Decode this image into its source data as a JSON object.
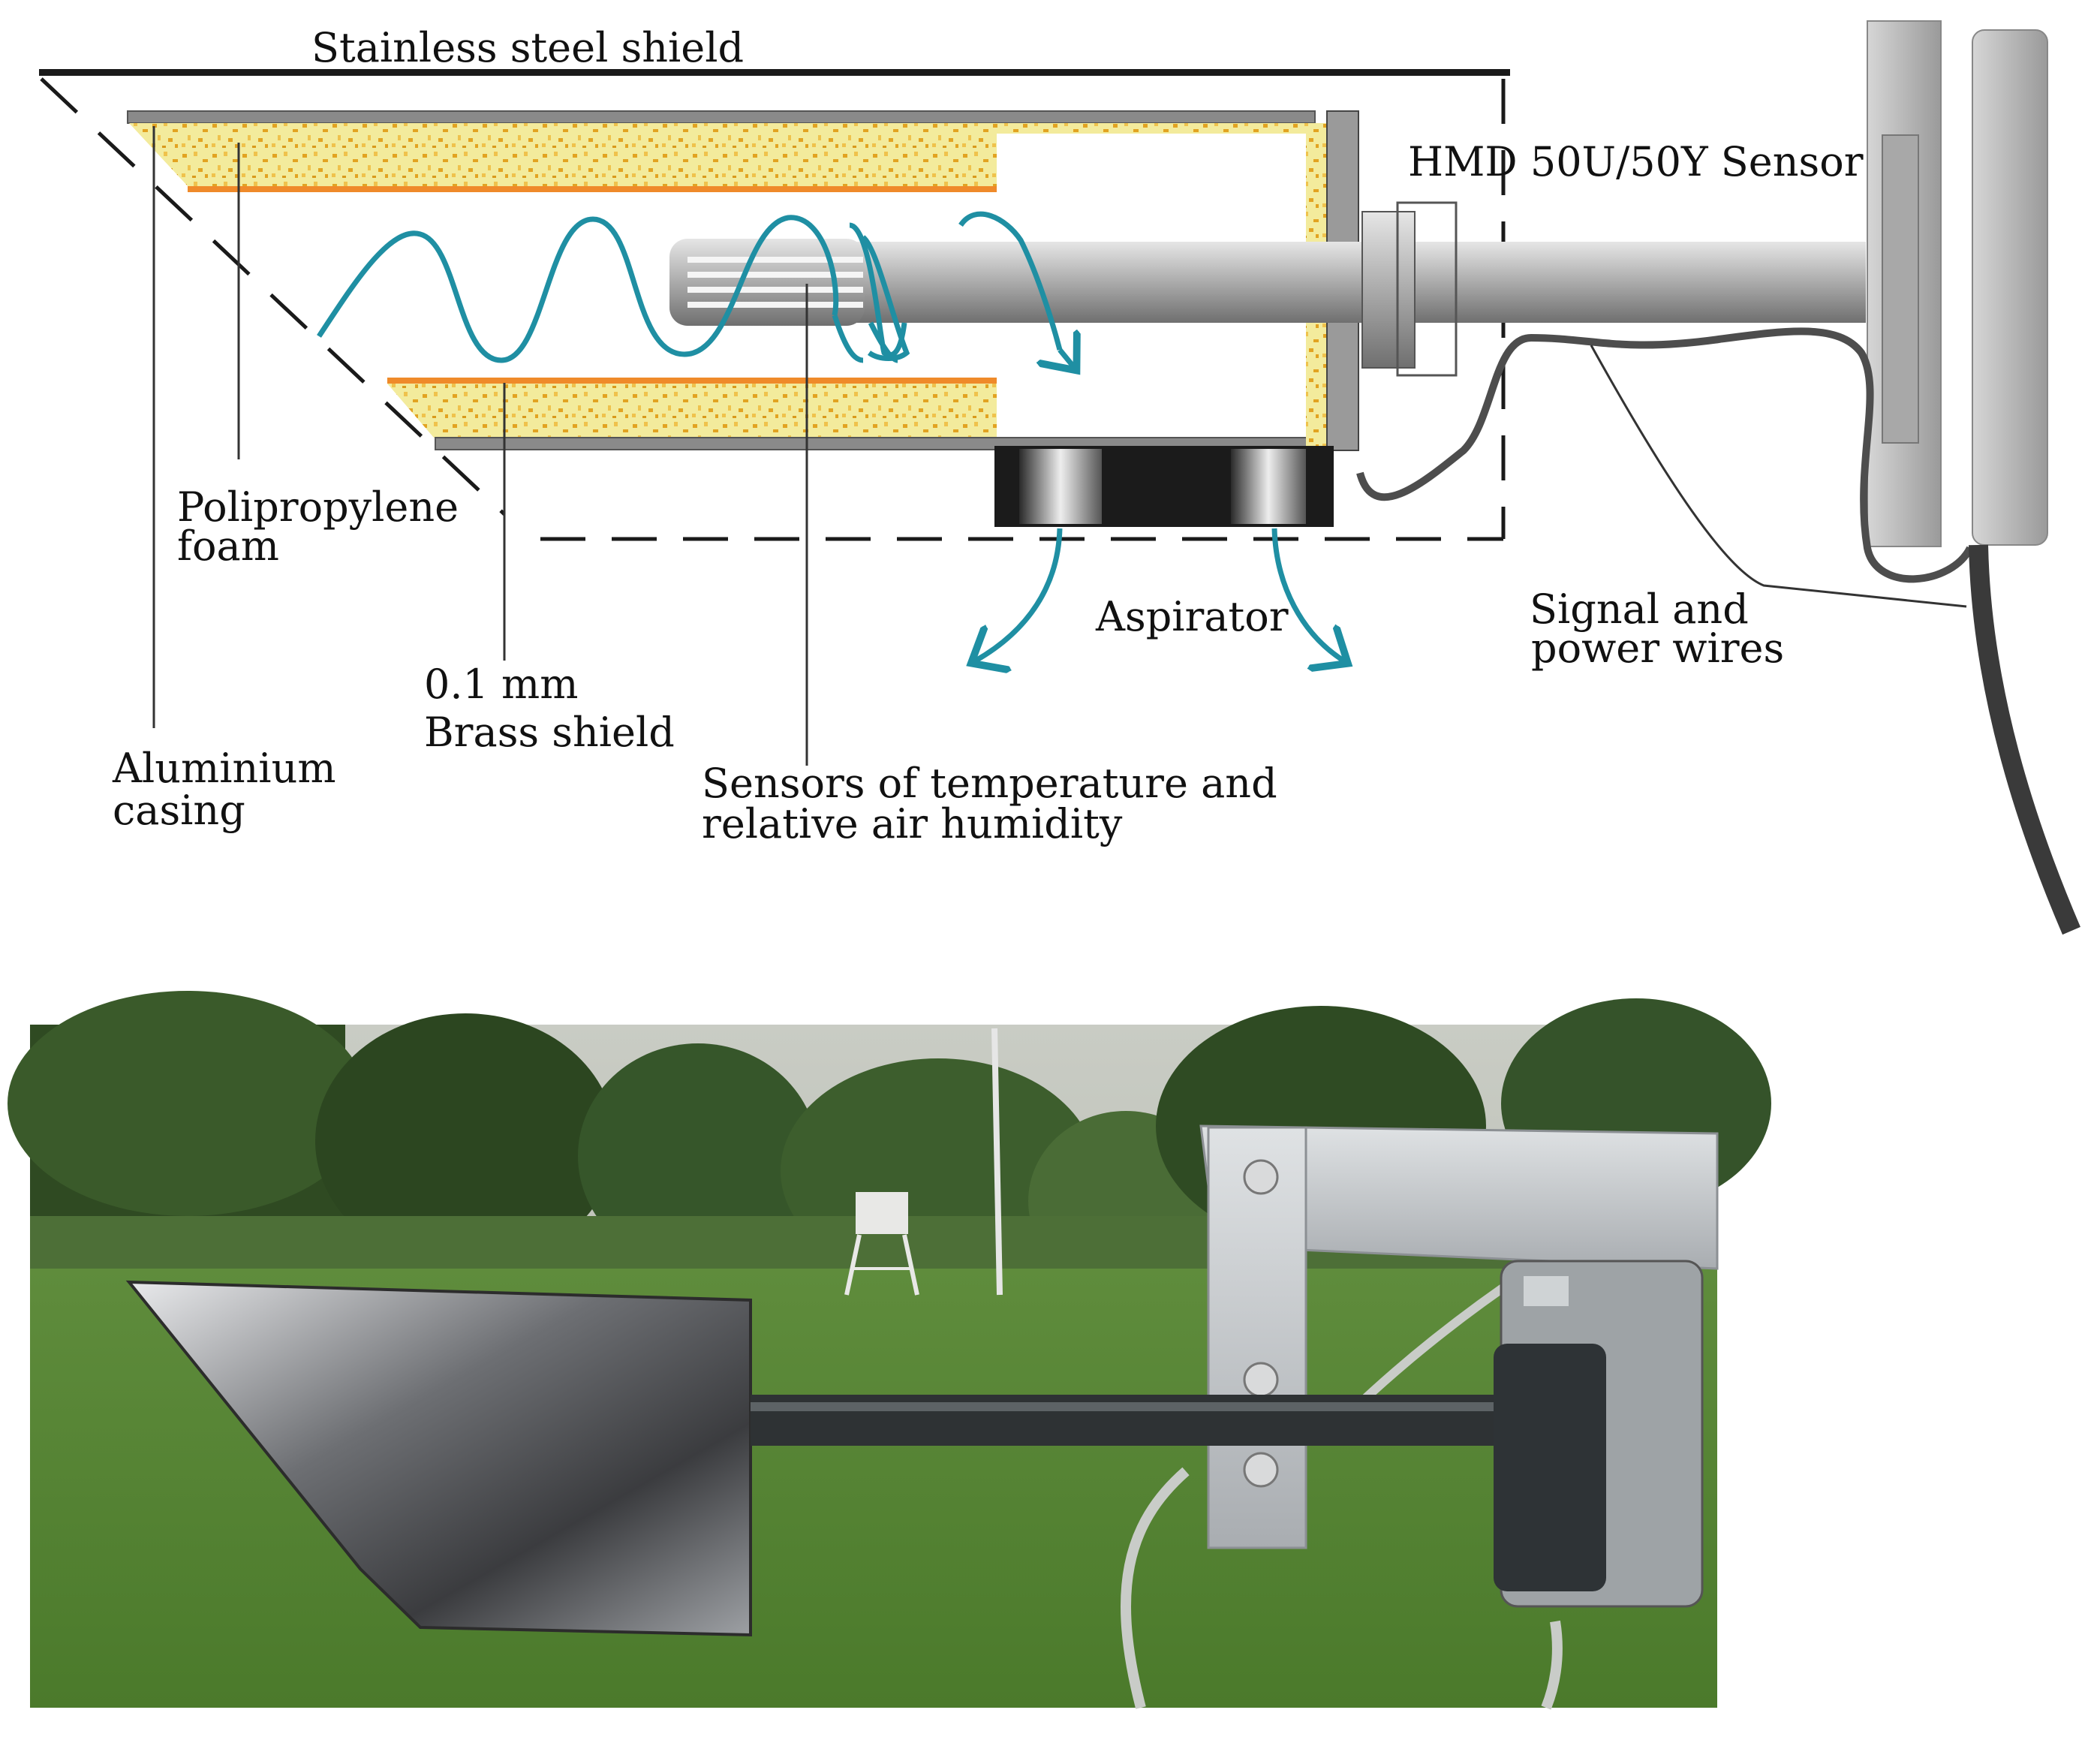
{
  "diagram": {
    "labels": {
      "stainless_shield": "Stainless steel shield",
      "sensor_model": "HMD 50U/50Y Sensor",
      "foam_line1": "Polipropylene",
      "foam_line2": "foam",
      "aspirator": "Aspirator",
      "wires_line1": "Signal and",
      "wires_line2": "power wires",
      "brass_line1": "0.1 mm",
      "brass_line2": "Brass shield",
      "casing_line1": "Aluminium",
      "casing_line2": "casing",
      "sensors_line1": "Sensors of temperature and",
      "sensors_line2": "relative air humidity"
    },
    "colors": {
      "foam": "#f3eb9c",
      "foam_speckle": "#e2a321",
      "brass": "#ef8a2a",
      "aluminium": "#8a8a8a",
      "airflow": "#1f8fa3",
      "wire": "#4d4d4d",
      "aspirator": "#1b1b1b",
      "mast": "#c4c4c4"
    }
  },
  "photo": {
    "subject": "photo-of-installed-sensor-with-radiation-shield"
  }
}
